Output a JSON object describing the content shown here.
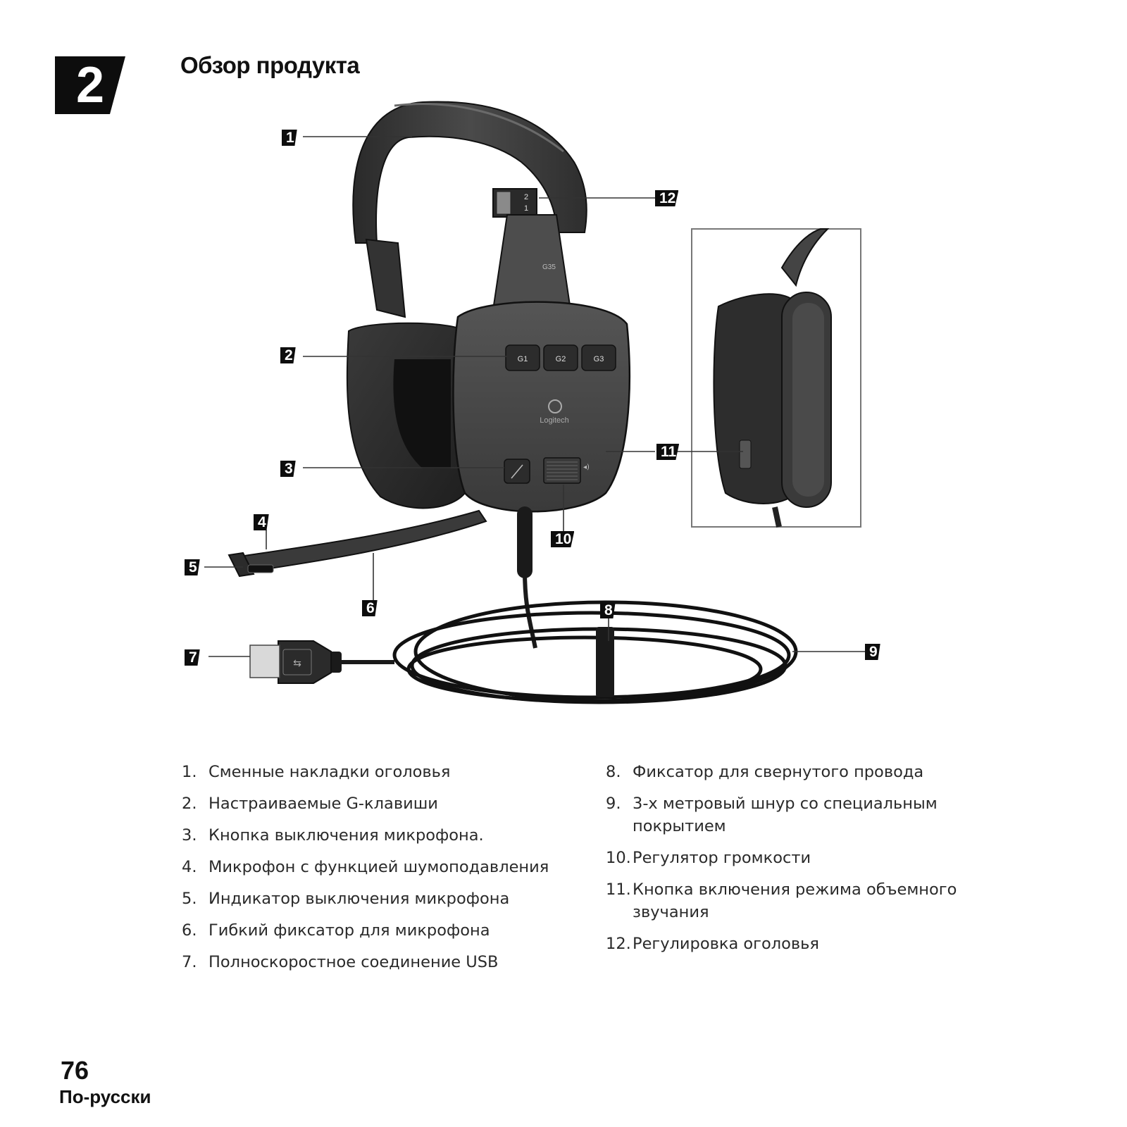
{
  "chapter": {
    "number": "2"
  },
  "page_title": "Обзор продукта",
  "device": {
    "model_label": "G35",
    "brand_label": "Logitech",
    "g_keys": [
      "G1",
      "G2",
      "G3"
    ],
    "headband_marks": [
      "2",
      "1"
    ]
  },
  "callouts": [
    "1",
    "2",
    "3",
    "4",
    "5",
    "6",
    "7",
    "8",
    "9",
    "10",
    "11",
    "12"
  ],
  "legend_left": [
    {
      "num": "1.",
      "text": "Сменные накладки оголовья"
    },
    {
      "num": "2.",
      "text": "Настраиваемые G-клавиши"
    },
    {
      "num": "3.",
      "text": "Кнопка выключения микрофона."
    },
    {
      "num": "4.",
      "text": "Микрофон с функцией шумоподавления"
    },
    {
      "num": "5.",
      "text": "Индикатор выключения микрофона"
    },
    {
      "num": "6.",
      "text": "Гибкий фиксатор для микрофона"
    },
    {
      "num": "7.",
      "text": "Полноскоростное соединение USB"
    }
  ],
  "legend_right": [
    {
      "num": "8.",
      "text": "Фиксатор для свернутого провода"
    },
    {
      "num": "9.",
      "text": "3-х метровый шнур со специальным покрытием"
    },
    {
      "num": "10.",
      "text": "Регулятор громкости"
    },
    {
      "num": "11.",
      "text": "Кнопка включения режима объемного звучания"
    },
    {
      "num": "12.",
      "text": "Регулировка оголовья"
    }
  ],
  "footer": {
    "page_number": "76",
    "language": "По-русски"
  }
}
